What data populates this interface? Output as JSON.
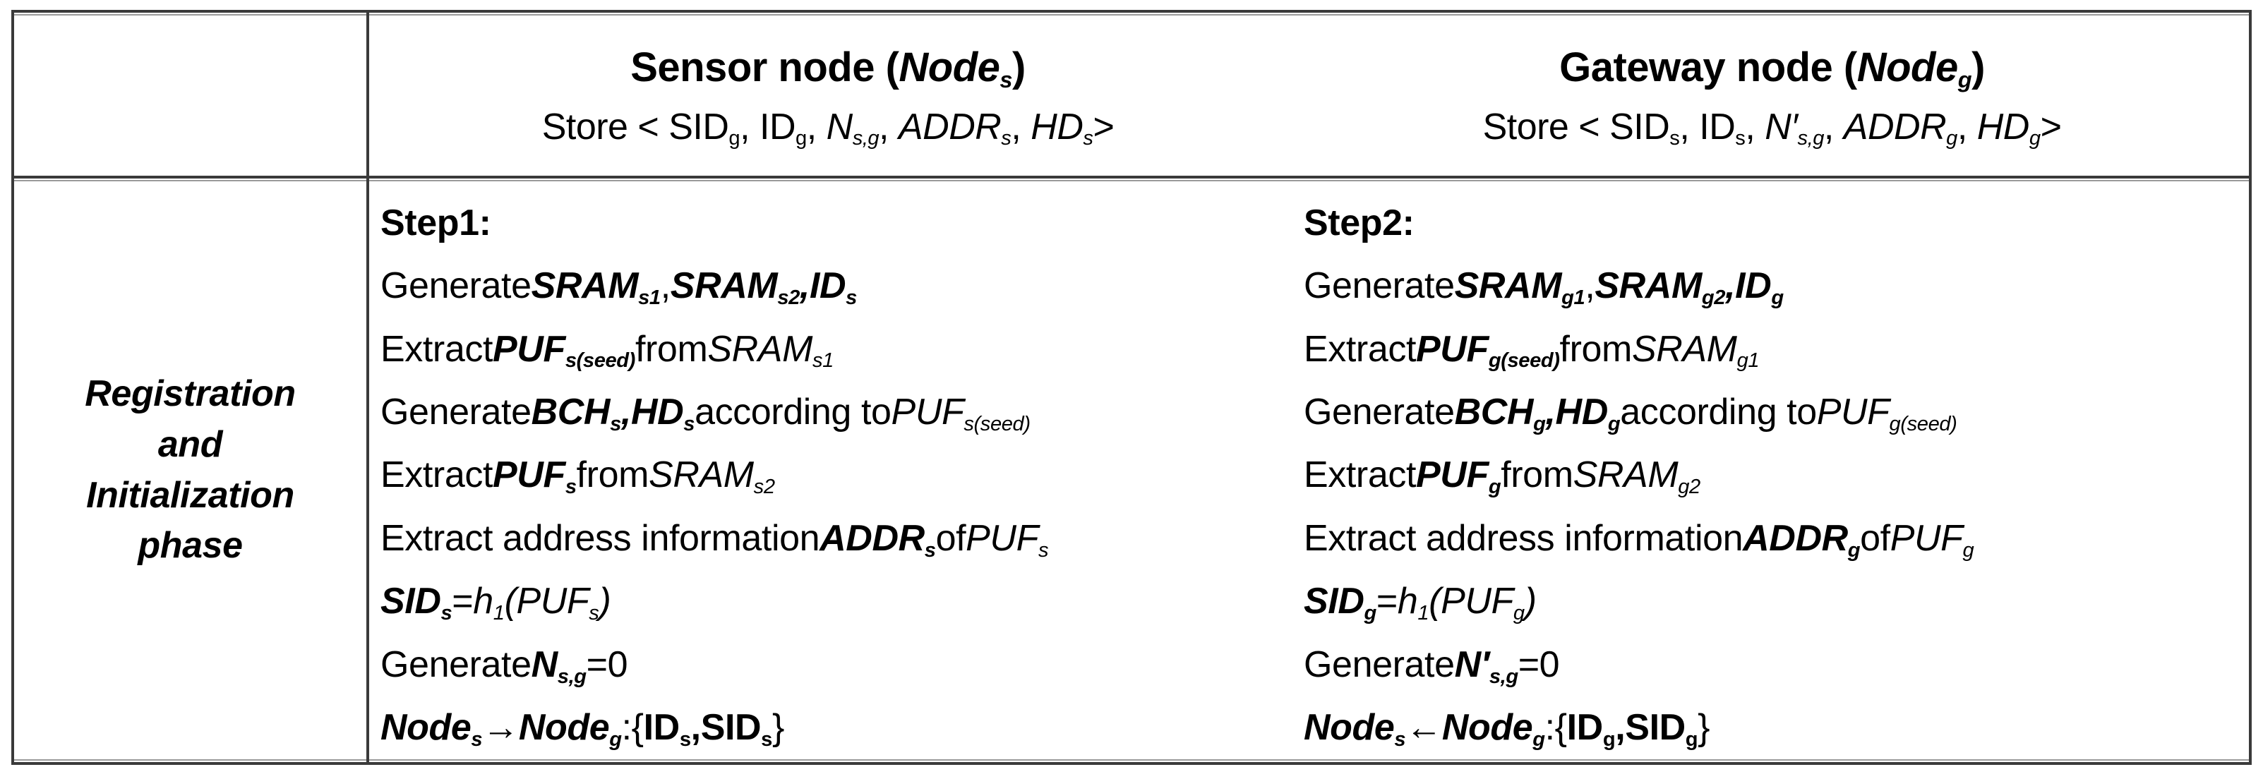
{
  "table": {
    "columns": [
      "phase",
      "sensor_node",
      "gateway_node"
    ],
    "header": {
      "phase_label": "",
      "sensor": {
        "title_plain": "Sensor node (Nodes)",
        "title_main": "Sensor node (",
        "title_var": "Node",
        "title_var_sub": "s",
        "title_close": ")",
        "store_plain": "Store < SIDg, IDg, Ns,g, ADDRs, HDs>"
      },
      "gateway": {
        "title_plain": "Gateway node (Nodeg)",
        "title_main": "Gateway node (",
        "title_var": "Node",
        "title_var_sub": "g",
        "title_close": ")",
        "store_plain": "Store < SIDs, IDs, N's,g, ADDRg, HDg>"
      }
    },
    "body": {
      "phase_label_lines": [
        "Registration",
        "and",
        "Initialization",
        "phase"
      ],
      "phase_label_plain": "Registration and Initialization phase",
      "sensor_steps": {
        "heading": "Step1:",
        "lines_plain": [
          "Generate SRAMs1 , SRAMs2, IDs",
          "Extract PUFs(seed) from SRAMs1",
          "Generate BCHs, HDs according to PUFs(seed)",
          "Extract PUFs from SRAMs2",
          "Extract address information ADDRs of PUFs",
          "SIDs = h1(PUFs)",
          "Generate Ns,g =0",
          "Nodes→Nodeg:{IDs, SIDs}"
        ]
      },
      "gateway_steps": {
        "heading": "Step2:",
        "lines_plain": [
          "Generate SRAMg1, SRAMg2, IDg",
          "Extract PUFg(seed) from SRAMg1",
          "Generate BCHg, HDg according to PUFg(seed)",
          "Extract PUFg from SRAMg2",
          "Extract address information ADDRg of PUFg",
          "SIDg = h1(PUFg)",
          "Generate N's,g =0",
          "Nodes←Nodeg:{IDg, SIDg}"
        ]
      }
    }
  },
  "colors": {
    "rule_dark": "#3a3a3a",
    "rule_light": "#9a9a9a",
    "text": "#000000",
    "background": "#ffffff"
  }
}
